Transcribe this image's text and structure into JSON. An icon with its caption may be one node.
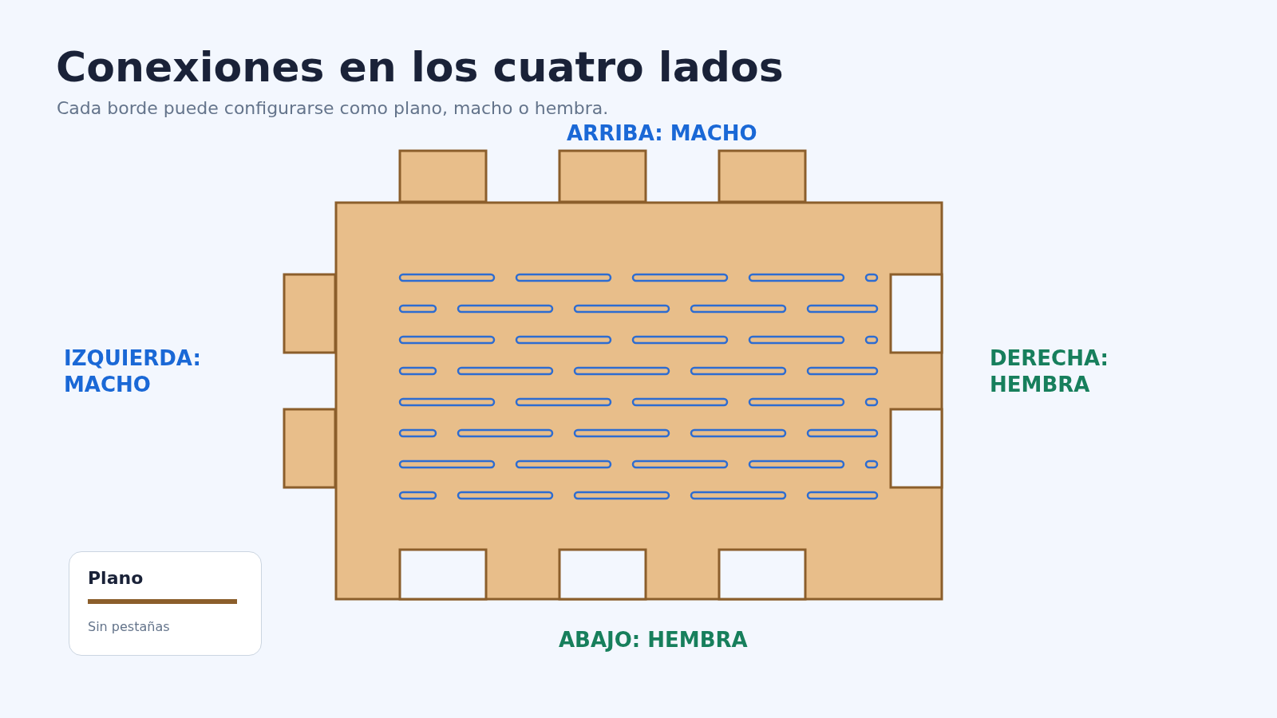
{
  "diagram": {
    "title": "Conexiones en los cuatro lados",
    "labels": [
      "Cada borde puede configurarse como plano, macho o hembra.",
      "ARRIBA: MACHO",
      "IZQUIERDA: MACHO",
      "DERECHA: HEMBRA",
      "ABAJO: HEMBRA",
      "Sin pestañas"
    ],
    "legend": [
      {
        "text": "Plano"
      }
    ]
  }
}
